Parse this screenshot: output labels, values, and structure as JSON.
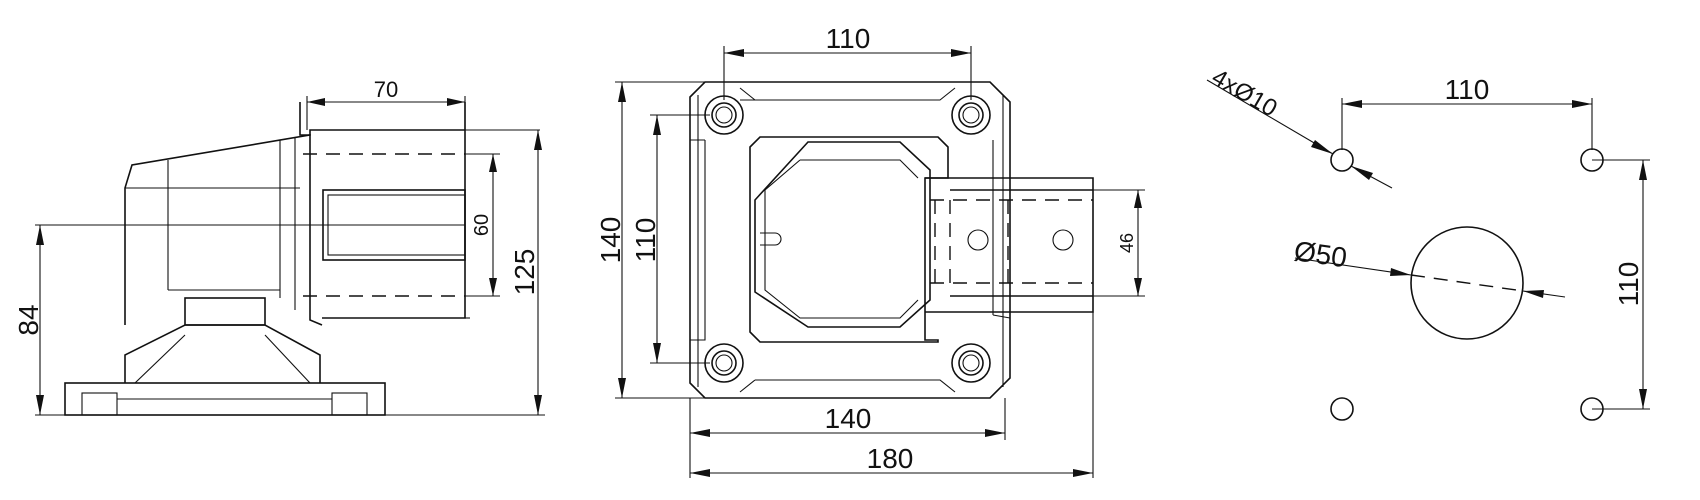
{
  "views": {
    "side": {
      "dim_width_top": "70",
      "dim_opening_height": "60",
      "dim_total_height": "125",
      "dim_axis_height": "84"
    },
    "top": {
      "dim_hole_spacing_top": "110",
      "dim_hole_spacing_left": "110",
      "dim_frame_height": "140",
      "dim_frame_width": "140",
      "dim_total_width": "180",
      "dim_arm_height": "46"
    },
    "pattern": {
      "dim_holes": "4xØ10",
      "dim_hole_spacing_horizontal": "110",
      "dim_hole_spacing_vertical": "110",
      "dim_center_bore": "Ø50"
    }
  }
}
